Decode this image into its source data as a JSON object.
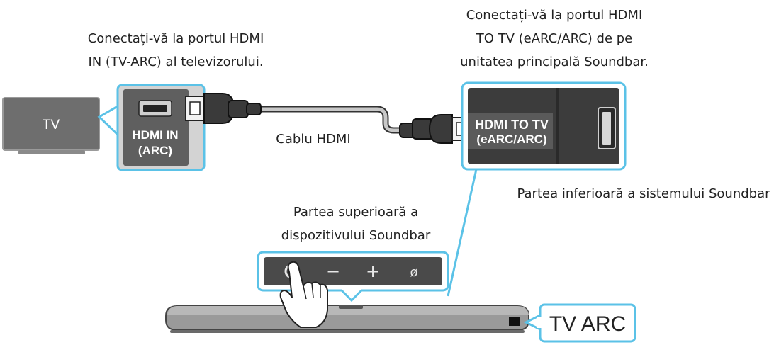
{
  "labels": {
    "tv_note_line1": "Conectați-vă la portul HDMI",
    "tv_note_line2": "IN (TV-ARC) al televizorului.",
    "sb_note_line1": "Conectați-vă la portul HDMI",
    "sb_note_line2": "TO TV (eARC/ARC) de pe",
    "sb_note_line3": "unitatea principală Soundbar.",
    "cable": "Cablu HDMI",
    "bottom_side": "Partea inferioară a sistemului Soundbar",
    "top_side_line1": "Partea superioară a",
    "top_side_line2": "dispozitivului Soundbar"
  },
  "tv": {
    "label": "TV"
  },
  "tv_port": {
    "line1": "HDMI IN",
    "line2": "(ARC)"
  },
  "soundbar_port": {
    "line1": "HDMI TO TV",
    "line2": "(eARC/ARC)"
  },
  "buttons": {
    "minus": "−",
    "plus": "+",
    "mic": "ø"
  },
  "badge": {
    "label": "TV ARC"
  },
  "colors": {
    "accent": "#5bc2e7",
    "dark_panel": "#3c3c3c",
    "tv_panel": "#6e6e6e",
    "highlight_fill": "#d3d3d3"
  }
}
